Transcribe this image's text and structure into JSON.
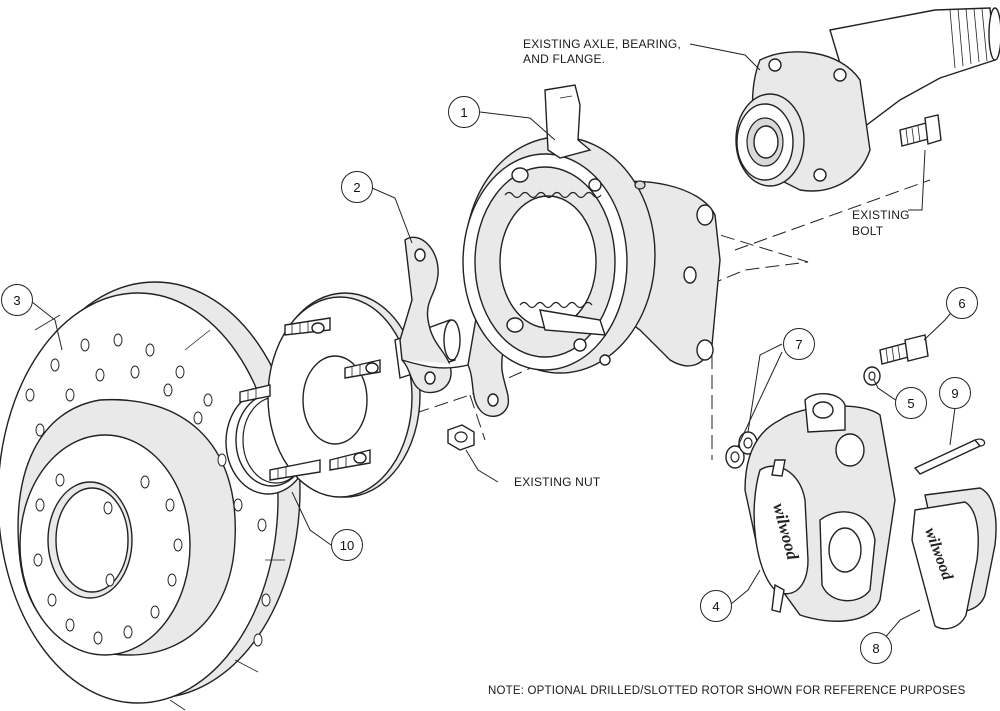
{
  "labels": {
    "axle": "EXISTING AXLE, BEARING,",
    "axle_line2": "AND FLANGE.",
    "bolt": "EXISTING",
    "bolt_line2": "BOLT",
    "nut": "EXISTING NUT",
    "note": "NOTE: OPTIONAL DRILLED/SLOTTED ROTOR SHOWN FOR REFERENCE PURPOSES"
  },
  "callouts": [
    "1",
    "2",
    "3",
    "4",
    "5",
    "6",
    "7",
    "8",
    "9",
    "10"
  ],
  "brand_marks": [
    "wilwood",
    "wilwood"
  ],
  "colors": {
    "line": "#2a2a2a",
    "fill": "#ffffff",
    "shade": "#e6e6e6"
  }
}
